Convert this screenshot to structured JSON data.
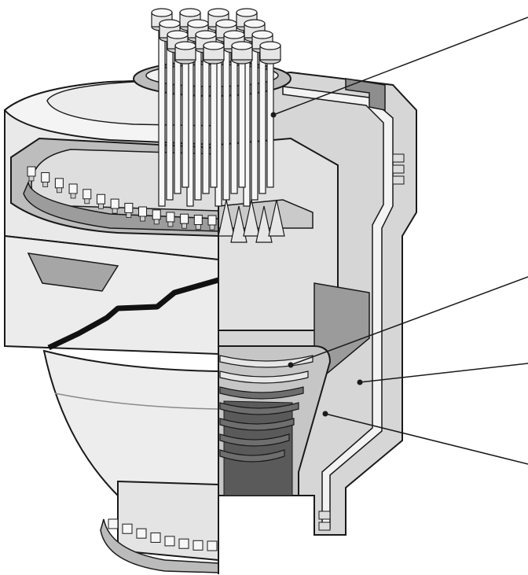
{
  "diagram": {
    "subject": "cutaway-vessel",
    "colors": {
      "outline": "#1a1a1a",
      "light": "#e6e6e6",
      "mid": "#cfcfcf",
      "dark": "#9a9a9a",
      "darker": "#6e6e6e",
      "white": "#f7f7f7"
    },
    "top_nozzle_count": 16,
    "upper_bolt_count": 14,
    "lower_bolt_count": 8,
    "inner_rib_count": 7,
    "cone_tip_count": 5,
    "leader_line_count": 4
  }
}
